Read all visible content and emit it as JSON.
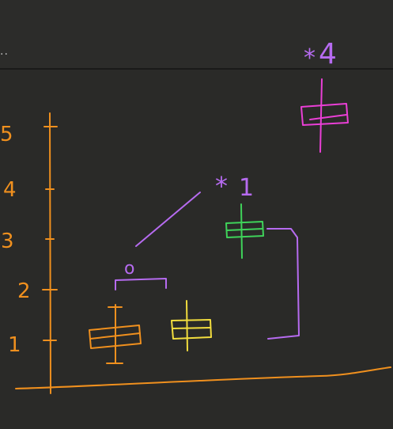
{
  "toolbar": {
    "overflow_text": "..",
    "overflow_icon": "ellipsis-icon"
  },
  "axis": {
    "ticks": [
      "1",
      "2",
      "3",
      "4",
      "5"
    ]
  },
  "annotations": {
    "significance_low": "o",
    "significance_mid": "*",
    "significance_mid_mark": "1",
    "significance_high": "*",
    "significance_high_mark": "4"
  },
  "colors": {
    "axis": "#f0901e",
    "box_orange": "#f0901e",
    "box_yellow": "#f2dd3e",
    "box_green": "#3fd35a",
    "box_pink": "#ea3fd6",
    "bracket": "#b66bf0",
    "background": "#2a2a28"
  }
}
